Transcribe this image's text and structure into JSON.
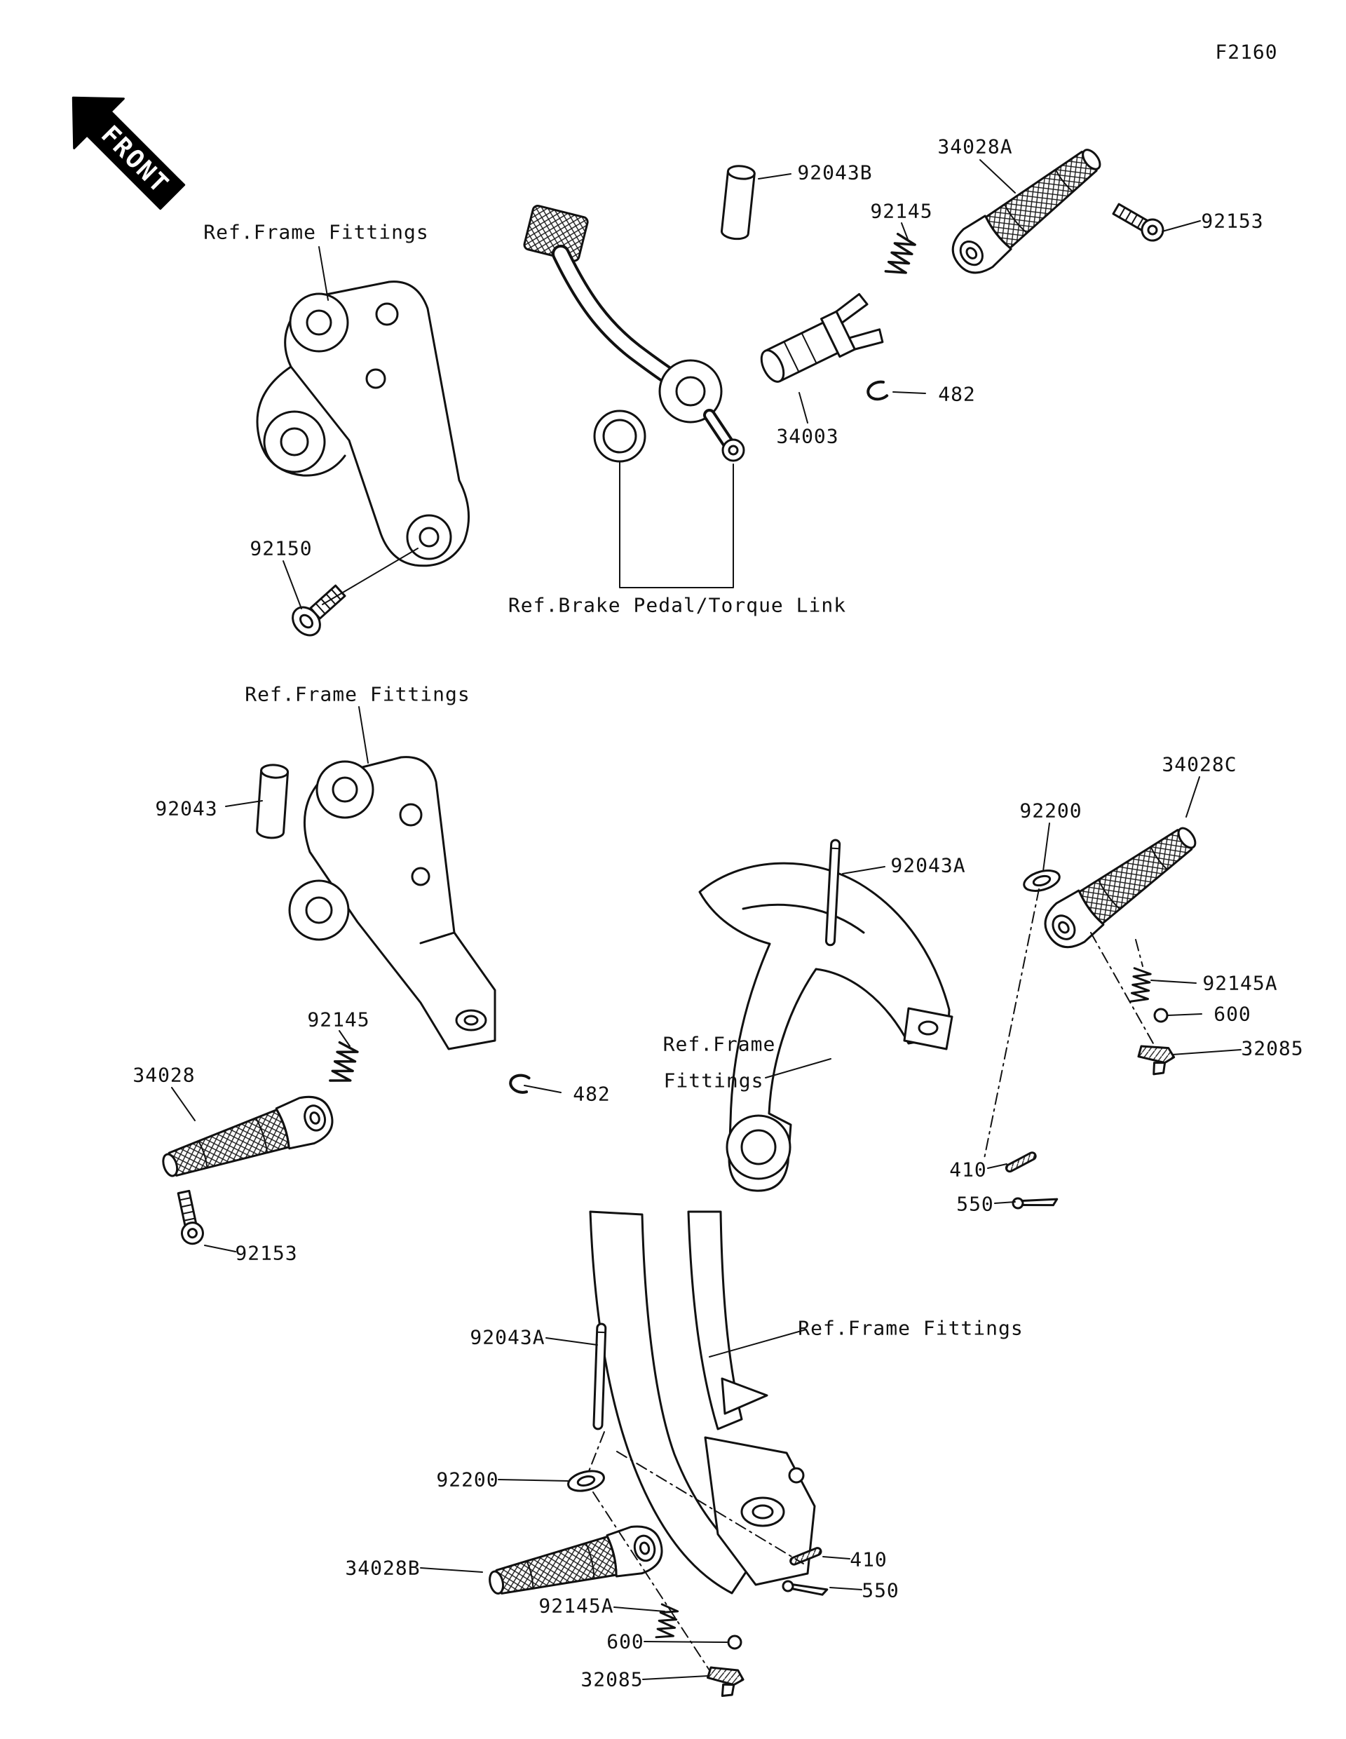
{
  "page": {
    "code": "F2160"
  },
  "front_marker": "FRONT",
  "ref_labels": {
    "frame_fittings": "Ref.Frame Fittings",
    "frame_fittings_l1": "Ref.Frame",
    "frame_fittings_l2": "Fittings",
    "brake_pedal_torque_link": "Ref.Brake Pedal/Torque Link"
  },
  "parts": {
    "n34028": "34028",
    "n34028A": "34028A",
    "n34028B": "34028B",
    "n34028C": "34028C",
    "n34003": "34003",
    "n92043": "92043",
    "n92043A": "92043A",
    "n92043B": "92043B",
    "n92145": "92145",
    "n92145A": "92145A",
    "n92150": "92150",
    "n92153": "92153",
    "n92200": "92200",
    "n482": "482",
    "n410": "410",
    "n550": "550",
    "n600": "600",
    "n32085": "32085"
  }
}
